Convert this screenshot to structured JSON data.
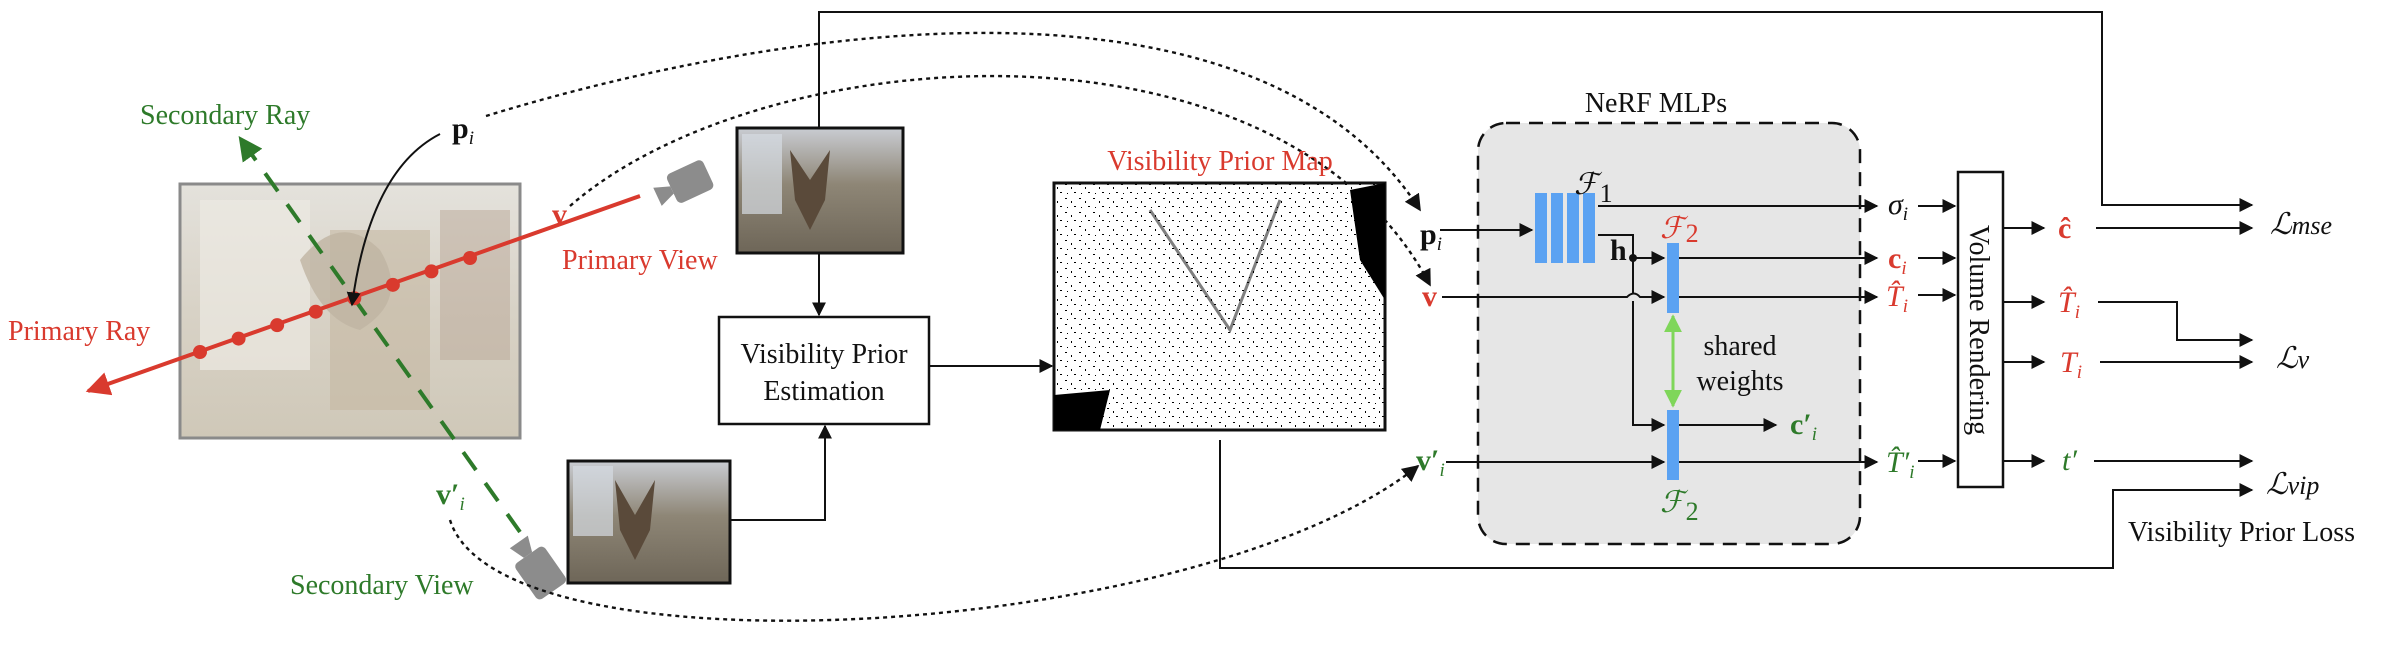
{
  "colors": {
    "primary": "#d93a2e",
    "secondary": "#2e7a2a",
    "mlp_block": "#5ba2f2",
    "shared_arrow": "#7fd65a",
    "nerf_panel": "#e6e6e6",
    "camera": "#8c8c8c",
    "ink": "#111111"
  },
  "scene": {
    "secondary_ray_label": "Secondary Ray",
    "primary_ray_label": "Primary Ray",
    "primary_view_label": "Primary View",
    "secondary_view_label": "Secondary View",
    "point_label": "p",
    "point_sub": "i",
    "view_dir_label": "v",
    "secondary_dir_label": "v′",
    "secondary_dir_sub": "i",
    "sample_points_count": 8,
    "icons": [
      "camera-icon-primary",
      "camera-icon-secondary"
    ]
  },
  "estimation": {
    "box_line1": "Visibility Prior",
    "box_line2": "Estimation",
    "map_title": "Visibility Prior Map"
  },
  "nerf": {
    "title": "NeRF MLPs",
    "f1_label": "ℱ",
    "f1_sub": "1",
    "f2_label": "ℱ",
    "f2_sub": "2",
    "f1_layers": 4,
    "feature_label": "h",
    "shared_weights_line1": "shared",
    "shared_weights_line2": "weights",
    "inputs": {
      "p": "p",
      "p_sub": "i",
      "v": "v",
      "v_prime": "v′",
      "v_prime_sub": "i"
    },
    "outputs": {
      "sigma": "σ",
      "sigma_sub": "i",
      "c": "c",
      "c_sub": "i",
      "t_hat": "T̂",
      "t_hat_sub": "i",
      "c_prime": "c′",
      "c_prime_sub": "i",
      "t_hat_prime": "T̂′",
      "t_hat_prime_sub": "i"
    }
  },
  "rendering": {
    "box_label": "Volume Rendering",
    "outputs": {
      "c_hat": "ĉ",
      "t_hat": "T̂",
      "t_hat_sub": "i",
      "t": "T",
      "t_sub": "i",
      "t_prime": "t′"
    }
  },
  "losses": {
    "mse": "ℒ",
    "mse_sub": "mse",
    "v": "ℒ",
    "v_sub": "v",
    "vip": "ℒ",
    "vip_sub": "vip",
    "vip_caption": "Visibility Prior Loss"
  }
}
